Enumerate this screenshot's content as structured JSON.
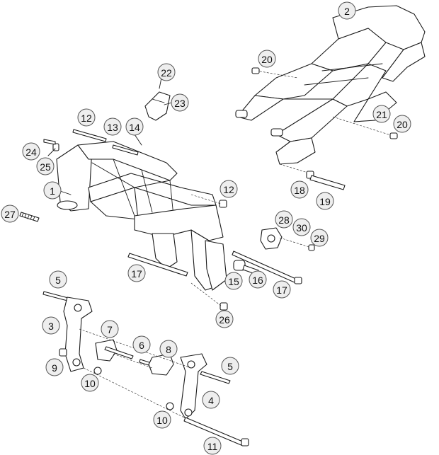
{
  "callouts": [
    {
      "id": "c1",
      "label": "1"
    },
    {
      "id": "c2",
      "label": "2"
    },
    {
      "id": "c3",
      "label": "3"
    },
    {
      "id": "c4",
      "label": "4"
    },
    {
      "id": "c5a",
      "label": "5"
    },
    {
      "id": "c5b",
      "label": "5"
    },
    {
      "id": "c6",
      "label": "6"
    },
    {
      "id": "c7",
      "label": "7"
    },
    {
      "id": "c8",
      "label": "8"
    },
    {
      "id": "c9",
      "label": "9"
    },
    {
      "id": "c10a",
      "label": "10"
    },
    {
      "id": "c10b",
      "label": "10"
    },
    {
      "id": "c11",
      "label": "11"
    },
    {
      "id": "c12a",
      "label": "12"
    },
    {
      "id": "c12b",
      "label": "12"
    },
    {
      "id": "c13",
      "label": "13"
    },
    {
      "id": "c14",
      "label": "14"
    },
    {
      "id": "c15",
      "label": "15"
    },
    {
      "id": "c16",
      "label": "16"
    },
    {
      "id": "c17a",
      "label": "17"
    },
    {
      "id": "c17b",
      "label": "17"
    },
    {
      "id": "c18",
      "label": "18"
    },
    {
      "id": "c19",
      "label": "19"
    },
    {
      "id": "c20a",
      "label": "20"
    },
    {
      "id": "c20b",
      "label": "20"
    },
    {
      "id": "c21",
      "label": "21"
    },
    {
      "id": "c22",
      "label": "22"
    },
    {
      "id": "c23",
      "label": "23"
    },
    {
      "id": "c24",
      "label": "24"
    },
    {
      "id": "c25",
      "label": "25"
    },
    {
      "id": "c26",
      "label": "26"
    },
    {
      "id": "c27",
      "label": "27"
    },
    {
      "id": "c28",
      "label": "28"
    },
    {
      "id": "c29",
      "label": "29"
    },
    {
      "id": "c30",
      "label": "30"
    }
  ]
}
